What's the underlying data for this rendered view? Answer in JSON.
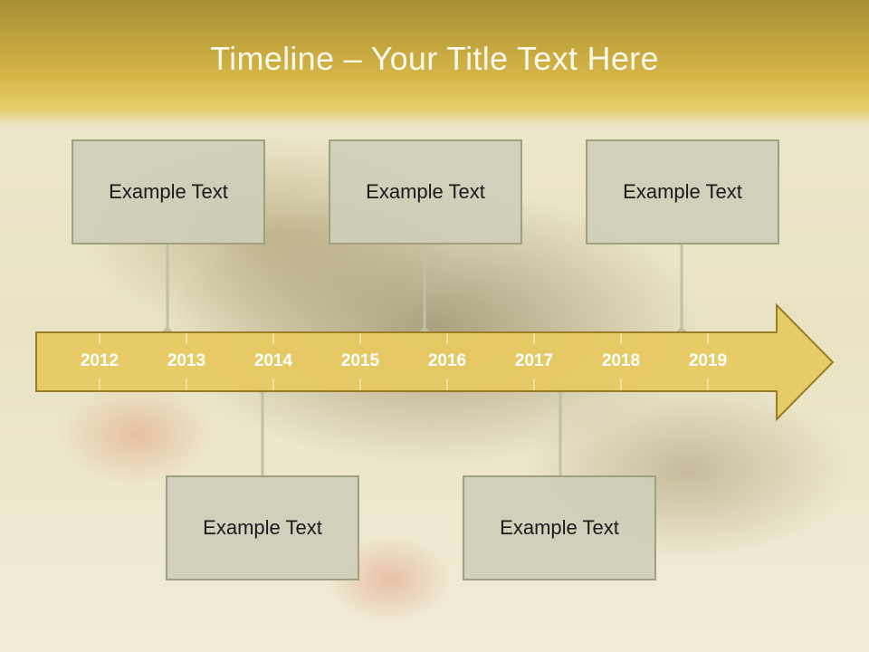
{
  "slide": {
    "title": "Timeline – Your Title Text Here",
    "years": [
      "2012",
      "2013",
      "2014",
      "2015",
      "2016",
      "2017",
      "2018",
      "2019"
    ],
    "boxes": [
      {
        "text": "Example Text"
      },
      {
        "text": "Example Text"
      },
      {
        "text": "Example Text"
      },
      {
        "text": "Example Text"
      },
      {
        "text": "Example Text"
      }
    ]
  },
  "colors": {
    "title_bar": "#d6b545",
    "arrow_fill": "#e7c961",
    "arrow_stroke": "#9a7d24",
    "box_fill": "#cfcdb8",
    "box_border": "#9fa07e",
    "connector": "#c0c0a8"
  }
}
